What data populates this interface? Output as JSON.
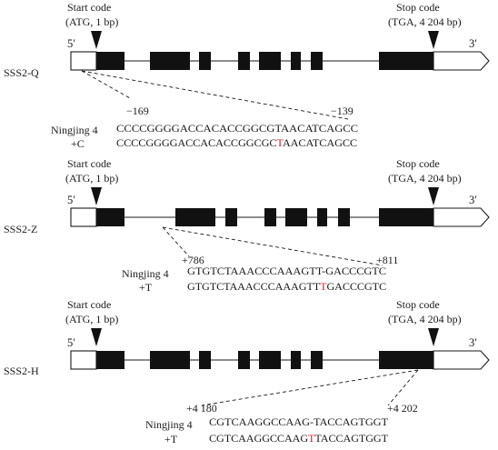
{
  "gene_panels": [
    {
      "gene_label": "SSS2-Q",
      "start_codon": {
        "line1": "Start code",
        "line2": "(ATG, 1 bp)"
      },
      "stop_codon": {
        "line1": "Stop code",
        "line2": "(TGA, 4 204 bp)"
      },
      "five_prime": "5′",
      "three_prime": "3′",
      "position_left": "−169",
      "position_right": "−139",
      "variety": "Ningjing 4",
      "mutation": "+C",
      "reference_seq": "CCCCGGGGACCACACCGGCGTAACATCAGCC",
      "mutant_seq": {
        "before": "CCCCGGGGACCACACCGGCGC",
        "inserted": "T",
        "after": "AACATCAGCC"
      }
    },
    {
      "gene_label": "SSS2-Z",
      "start_codon": {
        "line1": "Start code",
        "line2": "(ATG, 1 bp)"
      },
      "stop_codon": {
        "line1": "Stop code",
        "line2": "(TGA, 4 204 bp)"
      },
      "five_prime": "5′",
      "three_prime": "3′",
      "position_left": "+786",
      "position_right": "+811",
      "variety": "Ningjing 4",
      "mutation": "+T",
      "reference_seq": "GTGTCTAAACCCAAAGTT-GACCCGTC",
      "mutant_seq": {
        "before": "GTGTCTAAACCCAAAGTT",
        "inserted": "T",
        "after": "GACCCGTC"
      }
    },
    {
      "gene_label": "SSS2-H",
      "start_codon": {
        "line1": "Start code",
        "line2": "(ATG, 1 bp)"
      },
      "stop_codon": {
        "line1": "Stop code",
        "line2": "(TGA, 4 204 bp)"
      },
      "five_prime": "5′",
      "three_prime": "3′",
      "position_left": "+4 180",
      "position_right": "+4 202",
      "variety": "Ningjing 4",
      "mutation": "+T",
      "reference_seq": "CGTCAAGGCCAAG-TACCAGTGGT",
      "mutant_seq": {
        "before": "CGTCAAGGCCAAG",
        "inserted": "T",
        "after": "TACCAGTGGT"
      }
    }
  ],
  "colors": {
    "exon": "#111111",
    "inserted_base": "#e8192c",
    "line": "#1a1a1a"
  }
}
